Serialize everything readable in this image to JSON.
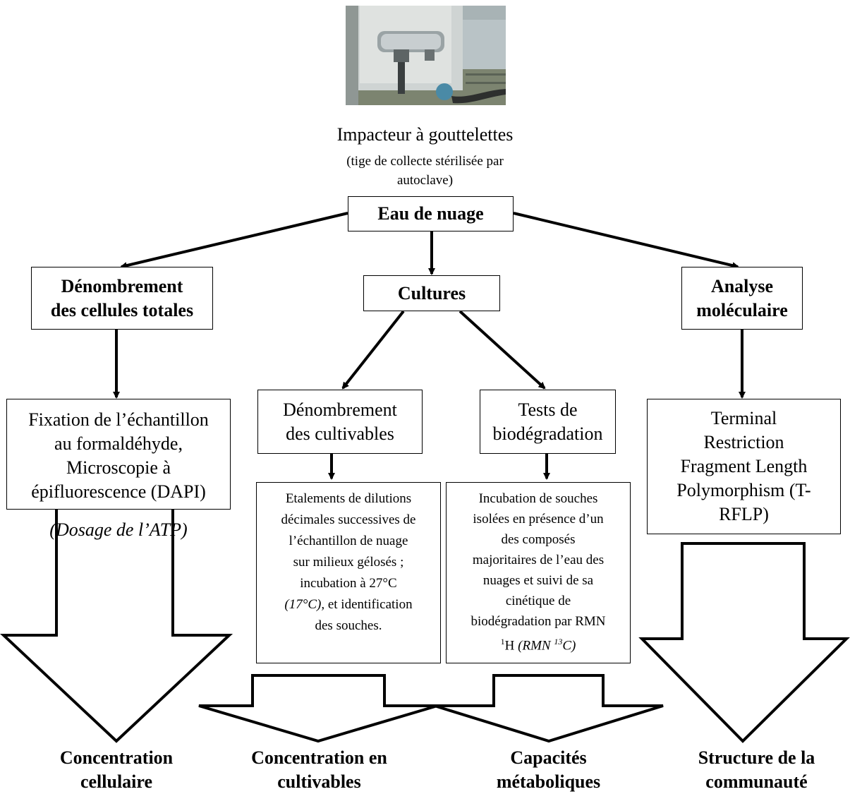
{
  "photo": {
    "description_icon": "cloud-droplet-impactor-photo"
  },
  "impactor": {
    "title": "Impacteur à gouttelettes",
    "note_line1": "(tige de collecte stérilisée par",
    "note_line2": "autoclave)"
  },
  "root": {
    "label": "Eau de nuage"
  },
  "branches": {
    "count": {
      "line1": "Dénombrement",
      "line2": "des cellules totales"
    },
    "cultures": {
      "label": "Cultures"
    },
    "molecular": {
      "line1": "Analyse",
      "line2": "moléculaire"
    }
  },
  "methods": {
    "fixation": {
      "line1": "Fixation de l’échantillon",
      "line2": "au formaldéhyde,",
      "line3": "Microscopie à",
      "line4": "épifluorescence (DAPI)",
      "italic": "(Dosage de l’ATP)"
    },
    "cultivable": {
      "line1": "Dénombrement",
      "line2": "des cultivables"
    },
    "biodeg": {
      "line1": "Tests de",
      "line2": "biodégradation"
    },
    "trflp": {
      "line1": "Terminal",
      "line2": "Restriction",
      "line3": "Fragment Length",
      "line4": "Polymorphism (T-",
      "line5": "RFLP)"
    }
  },
  "details": {
    "cultivable": {
      "line1": "Etalements de dilutions",
      "line2": "décimales successives de",
      "line3": "l’échantillon de nuage",
      "line4": "sur milieux gélosés ;",
      "line5": "incubation à 27°C",
      "line6_italic": "(17°C),",
      "line6_rest": " et identification",
      "line7": "des souches."
    },
    "biodeg": {
      "line1": "Incubation de souches",
      "line2": "isolées en présence d’un",
      "line3": "des composés",
      "line4": "majoritaires de l’eau des",
      "line5": "nuages et suivi de sa",
      "line6": "cinétique de",
      "line7": "biodégradation par RMN",
      "line8_sup": "1",
      "line8_h": "H ",
      "line8_italic_a": "(RMN ",
      "line8_italic_sup": "13",
      "line8_italic_b": "C)"
    }
  },
  "outcomes": {
    "cell_conc": {
      "line1": "Concentration",
      "line2": "cellulaire"
    },
    "cult_conc": {
      "line1": "Concentration en",
      "line2": "cultivables"
    },
    "metabolic": {
      "line1": "Capacités",
      "line2": "métaboliques"
    },
    "community": {
      "line1": "Structure de la",
      "line2": "communauté"
    }
  }
}
